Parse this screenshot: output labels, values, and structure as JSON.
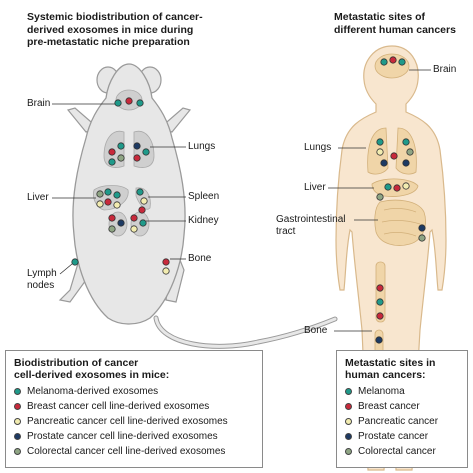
{
  "left_panel": {
    "title_lines": [
      "Systemic biodistribution of cancer-",
      "derived exosomes in mice during",
      "pre-metastatic niche preparation"
    ],
    "labels": {
      "brain": "Brain",
      "lungs": "Lungs",
      "liver": "Liver",
      "spleen": "Spleen",
      "kidney": "Kidney",
      "bone": "Bone",
      "lymph_nodes_1": "Lymph",
      "lymph_nodes_2": "nodes"
    }
  },
  "right_panel": {
    "title_lines": [
      "Metastatic sites of",
      "different human cancers"
    ],
    "labels": {
      "brain": "Brain",
      "lungs": "Lungs",
      "liver": "Liver",
      "gi_1": "Gastrointestinal",
      "gi_2": "tract",
      "bone": "Bone"
    }
  },
  "legend_mice": {
    "title_lines": [
      "Biodistribution of cancer",
      "cell-derived exosomes in mice:"
    ],
    "items": [
      {
        "label": "Melanoma-derived exosomes",
        "color": "#1f9a8a"
      },
      {
        "label": "Breast cancer cell line-derived exosomes",
        "color": "#c8293b"
      },
      {
        "label": "Pancreatic cancer cell line-derived exosomes",
        "color": "#f2ecb0"
      },
      {
        "label": "Prostate cancer cell line-derived exosomes",
        "color": "#1d3a63"
      },
      {
        "label": "Colorectal cancer cell line-derived exosomes",
        "color": "#8fa584"
      }
    ]
  },
  "legend_human": {
    "title_lines": [
      "Metastatic sites in",
      "human cancers:"
    ],
    "items": [
      {
        "label": "Melanoma",
        "color": "#1f9a8a"
      },
      {
        "label": "Breast cancer",
        "color": "#c8293b"
      },
      {
        "label": "Pancreatic cancer",
        "color": "#f2ecb0"
      },
      {
        "label": "Prostate cancer",
        "color": "#1d3a63"
      },
      {
        "label": "Colorectal cancer",
        "color": "#8fa584"
      }
    ]
  },
  "colors": {
    "mouse_body": "#e7e7e7",
    "mouse_outline": "#9a9a9a",
    "human_body": "#f8e6cf",
    "human_outline": "#d9b98c",
    "organ_mouse": "#cfcfcf",
    "organ_human": "#f0d5a8"
  }
}
